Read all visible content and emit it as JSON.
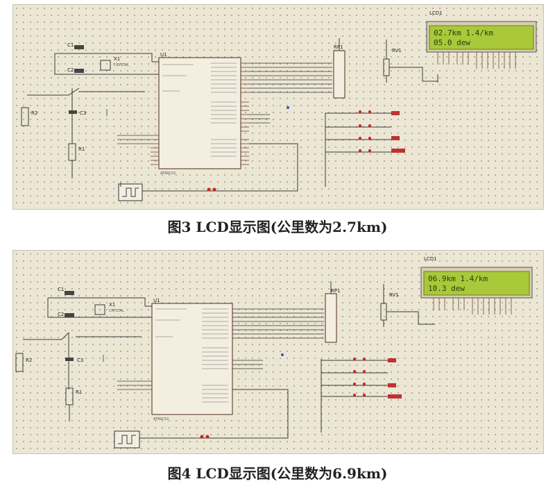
{
  "figures": [
    {
      "caption": "图3  LCD显示图(公里数为2.7km)",
      "lcd_title": "LCD1",
      "lcd_line1": "02.7km  1.4/km",
      "lcd_line2": "05.0    dew",
      "labels": {
        "mcu": "U1",
        "c1": "C1",
        "c2": "C2",
        "c3": "C3",
        "x1": "X1",
        "r1": "R1",
        "r2": "R2",
        "rp1": "RP1",
        "rv1": "RV1",
        "crystal": "CRYSTAL",
        "mcu_part": "AT89C52"
      }
    },
    {
      "caption": "图4  LCD显示图(公里数为6.9km)",
      "lcd_title": "LCD1",
      "lcd_line1": "06.9km  1.4/km",
      "lcd_line2": "10.3    dew",
      "labels": {
        "mcu": "U1",
        "c1": "C1",
        "c2": "C2",
        "c3": "C3",
        "x1": "X1",
        "r1": "R1",
        "r2": "R2",
        "rp1": "RP1",
        "rv1": "RV1",
        "crystal": "CRYSTAL",
        "mcu_part": "AT89C52"
      }
    }
  ]
}
